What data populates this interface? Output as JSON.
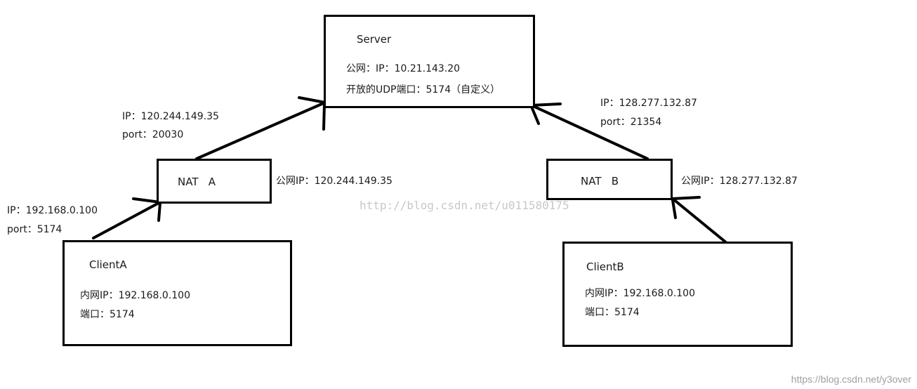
{
  "server": {
    "title": "Server",
    "line1": "公网：IP：10.21.143.20",
    "line2": "开放的UDP端口：5174（自定义）"
  },
  "nat_a": {
    "title": "NAT   A",
    "public_ip": "公网IP：120.244.149.35"
  },
  "nat_b": {
    "title": "NAT   B",
    "public_ip": "公网IP：128.277.132.87"
  },
  "link_a": {
    "ip": "IP：120.244.149.35",
    "port": "port：20030"
  },
  "link_b": {
    "ip": "IP：128.277.132.87",
    "port": "port：21354"
  },
  "client_a": {
    "title": "ClientA",
    "src_ip": "IP：192.168.0.100",
    "src_port": "port：5174",
    "inner_ip": "内网IP：192.168.0.100",
    "port": "端口：5174"
  },
  "client_b": {
    "title": "ClientB",
    "inner_ip": "内网IP：192.168.0.100",
    "port": "端口：5174"
  },
  "watermark": "http://blog.csdn.net/u011580175",
  "footer": "https://blog.csdn.net/y3over"
}
